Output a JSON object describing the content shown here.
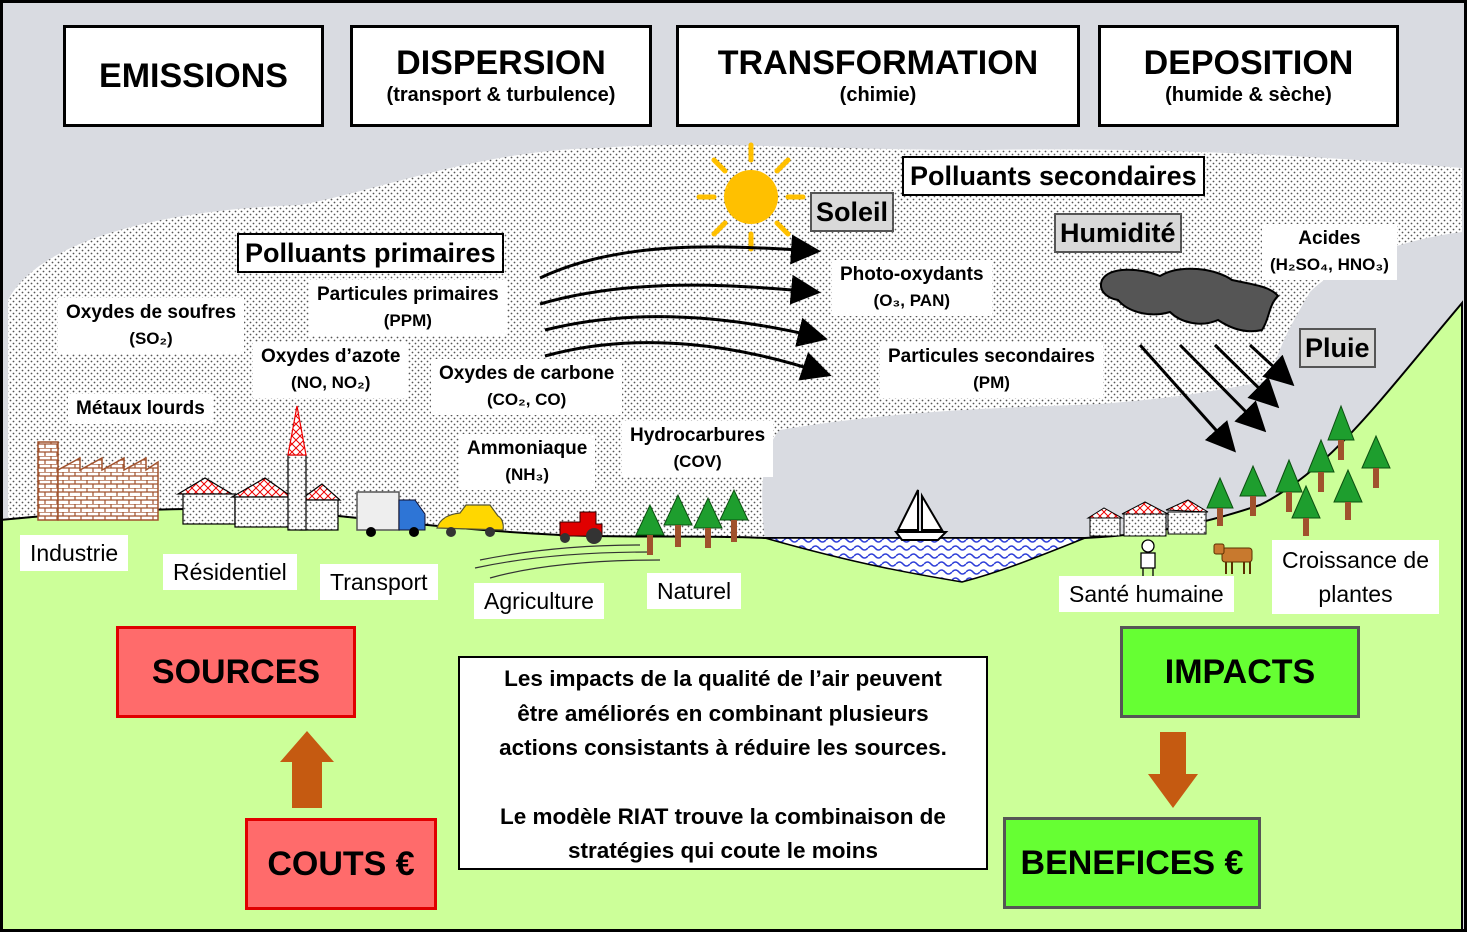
{
  "stages": [
    {
      "title": "EMISSIONS",
      "subtitle": ""
    },
    {
      "title": "DISPERSION",
      "subtitle": "(transport & turbulence)"
    },
    {
      "title": "TRANSFORMATION",
      "subtitle": "(chimie)"
    },
    {
      "title": "DEPOSITION",
      "subtitle": "(humide & sèche)"
    }
  ],
  "primary_title": "Polluants primaires",
  "secondary_title": "Polluants secondaires",
  "pollutants": {
    "soufre": {
      "name": "Oxydes de soufres",
      "formula": "(SO₂)"
    },
    "metaux": {
      "name": "Métaux lourds"
    },
    "ppm": {
      "name": "Particules primaires",
      "formula": "(PPM)"
    },
    "azote": {
      "name": "Oxydes d’azote",
      "formula": "(NO, NO₂)"
    },
    "carbone": {
      "name": "Oxydes de carbone",
      "formula": "(CO₂, CO)"
    },
    "ammoniaque": {
      "name": "Ammoniaque",
      "formula": "(NH₃)"
    },
    "hydrocarbures": {
      "name": "Hydrocarbures",
      "formula": "(COV)"
    },
    "photo": {
      "name": "Photo-oxydants",
      "formula": "(O₃, PAN)"
    },
    "pm": {
      "name": "Particules secondaires",
      "formula": "(PM)"
    },
    "acides": {
      "name": "Acides",
      "formula": "(H₂SO₄, HNO₃)"
    }
  },
  "weather": {
    "soleil": "Soleil",
    "humidite": "Humidité",
    "pluie": "Pluie"
  },
  "sources": [
    "Industrie",
    "Résidentiel",
    "Transport",
    "Agriculture",
    "Naturel"
  ],
  "impacts": {
    "sante": "Santé humaine",
    "plantes_l1": "Croissance de",
    "plantes_l2": "plantes"
  },
  "bottom": {
    "sources": "SOURCES",
    "couts": "COUTS €",
    "impacts": "IMPACTS",
    "benefices": "BENEFICES €"
  },
  "note": {
    "line1": "Les impacts de la qualité de l’air peuvent",
    "line2": "être améliorés en combinant plusieurs",
    "line3": "actions consistants à réduire les sources.",
    "line4": "Le modèle RIAT trouve la combinaison de",
    "line5": "stratégies qui coute le moins"
  },
  "colors": {
    "sky": "#d9dbe1",
    "ground": "#ccff99",
    "sources_fill": "#ff6b6b",
    "impacts_fill": "#66ff33",
    "arrow": "#c55a11",
    "sun": "#ffc000",
    "water": "#2f3fd8"
  }
}
